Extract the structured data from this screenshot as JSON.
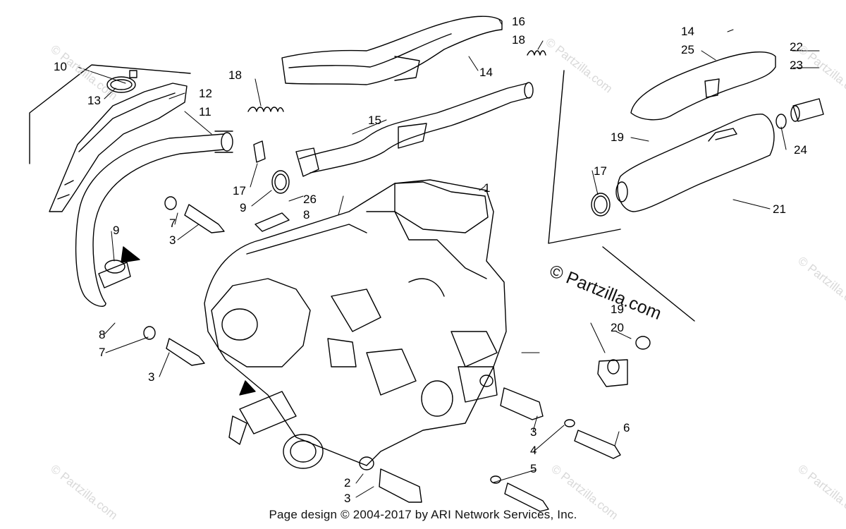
{
  "footer_text": "Page design © 2004-2017 by ARI Network Services, Inc.",
  "watermark_main": "© Partzilla.com",
  "watermark_faint": "© Partzilla.com",
  "callouts": [
    {
      "id": "c1",
      "text": "1"
    },
    {
      "id": "c2",
      "text": "2"
    },
    {
      "id": "c3a",
      "text": "3"
    },
    {
      "id": "c3b",
      "text": "3"
    },
    {
      "id": "c3c",
      "text": "3"
    },
    {
      "id": "c3d",
      "text": "3"
    },
    {
      "id": "c4",
      "text": "4"
    },
    {
      "id": "c5",
      "text": "5"
    },
    {
      "id": "c6",
      "text": "6"
    },
    {
      "id": "c7a",
      "text": "7"
    },
    {
      "id": "c7b",
      "text": "7"
    },
    {
      "id": "c8a",
      "text": "8"
    },
    {
      "id": "c8b",
      "text": "8"
    },
    {
      "id": "c9a",
      "text": "9"
    },
    {
      "id": "c9b",
      "text": "9"
    },
    {
      "id": "c10",
      "text": "10"
    },
    {
      "id": "c11",
      "text": "11"
    },
    {
      "id": "c12",
      "text": "12"
    },
    {
      "id": "c13",
      "text": "13"
    },
    {
      "id": "c14a",
      "text": "14"
    },
    {
      "id": "c14b",
      "text": "14"
    },
    {
      "id": "c15",
      "text": "15"
    },
    {
      "id": "c16",
      "text": "16"
    },
    {
      "id": "c17a",
      "text": "17"
    },
    {
      "id": "c17b",
      "text": "17"
    },
    {
      "id": "c18a",
      "text": "18"
    },
    {
      "id": "c18b",
      "text": "18"
    },
    {
      "id": "c19a",
      "text": "19"
    },
    {
      "id": "c19b",
      "text": "19"
    },
    {
      "id": "c20",
      "text": "20"
    },
    {
      "id": "c21",
      "text": "21"
    },
    {
      "id": "c22",
      "text": "22"
    },
    {
      "id": "c23",
      "text": "23"
    },
    {
      "id": "c24",
      "text": "24"
    },
    {
      "id": "c25",
      "text": "25"
    },
    {
      "id": "c26",
      "text": "26"
    }
  ]
}
